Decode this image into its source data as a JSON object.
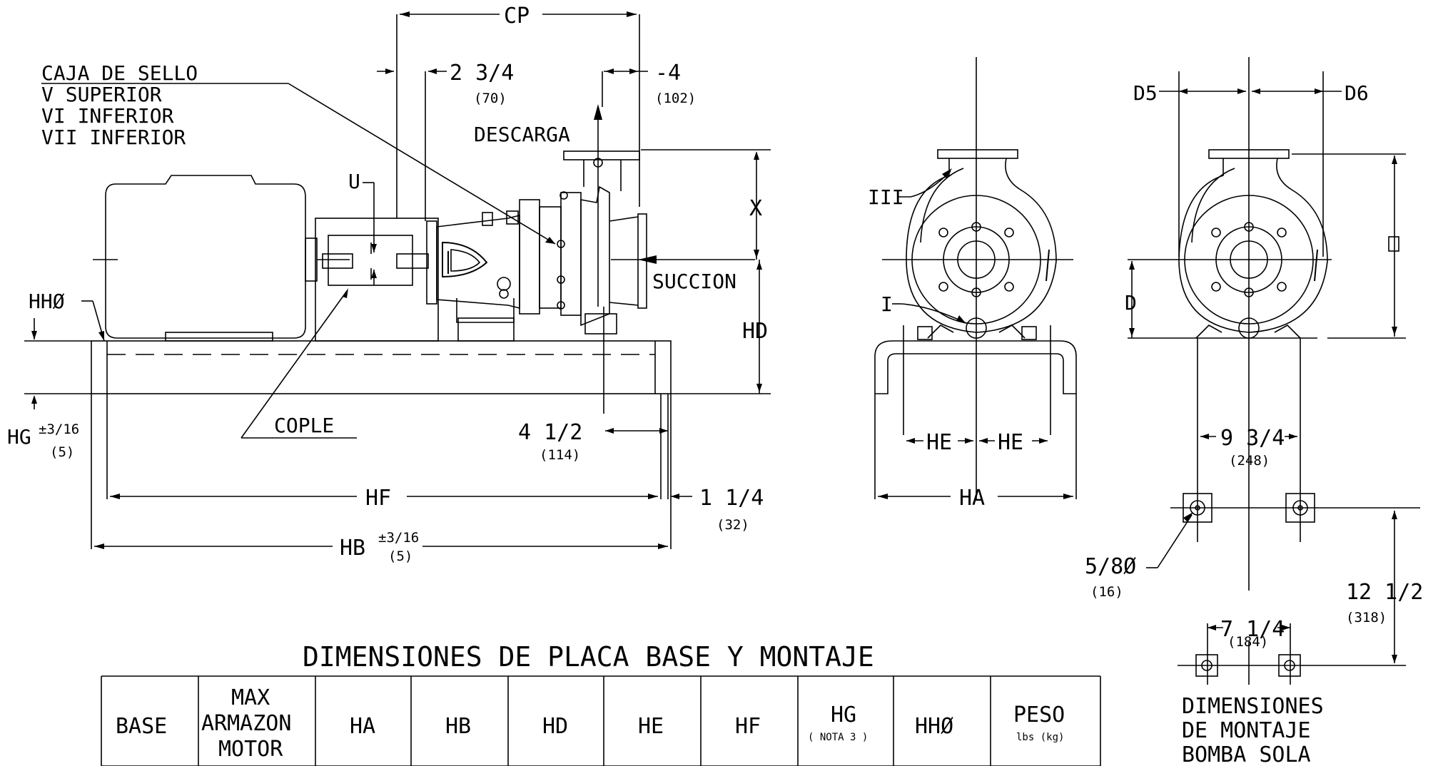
{
  "labels": {
    "caja_title": "CAJA DE SELLO",
    "caja_v": "V  SUPERIOR",
    "caja_vi": "VI INFERIOR",
    "caja_vii": "VII INFERIOR",
    "cp": "CP",
    "dim_2_3_4": "2 3/4",
    "dim_70": "(70)",
    "dim_minus4": "-4",
    "dim_102": "(102)",
    "descarga": "DESCARGA",
    "succion": "SUCCION",
    "u": "U",
    "x": "X",
    "hd": "HD",
    "hh0": "HHØ",
    "hg": "HG",
    "hg_tol": "±3/16",
    "hg_tol_mm": "(5)",
    "cople": "COPLE",
    "dim_4_1_2": "4 1/2",
    "dim_114": "(114)",
    "hf": "HF",
    "dim_1_1_4": "1 1/4",
    "dim_32": "(32)",
    "hb": "HB",
    "hb_tol": "±3/16",
    "hb_tol_mm": "(5)",
    "iii": "III",
    "i": "I",
    "he_left": "HE",
    "he_right": "HE",
    "ha": "HA",
    "d5": "D5",
    "d6": "D6",
    "d": "D",
    "dim_9_3_4": "9 3/4",
    "dim_248": "(248)",
    "dim_5_8": "5/8Ø",
    "dim_16": "(16)",
    "dim_12_1_2": "12 1/2",
    "dim_318": "(318)",
    "dim_7_1_4": "7 1/4",
    "dim_184": "(184)",
    "montaje_1": "DIMENSIONES",
    "montaje_2": "DE MONTAJE",
    "montaje_3": "BOMBA SOLA"
  },
  "table": {
    "title": "DIMENSIONES DE PLACA BASE Y MONTAJE",
    "headers": [
      "BASE",
      "MAX",
      "ARMAZON",
      "MOTOR",
      "HA",
      "HB",
      "HD",
      "HE",
      "HF",
      "HG",
      "( NOTA 3 )",
      "HHØ",
      "PESO",
      "lbs (kg)"
    ]
  }
}
